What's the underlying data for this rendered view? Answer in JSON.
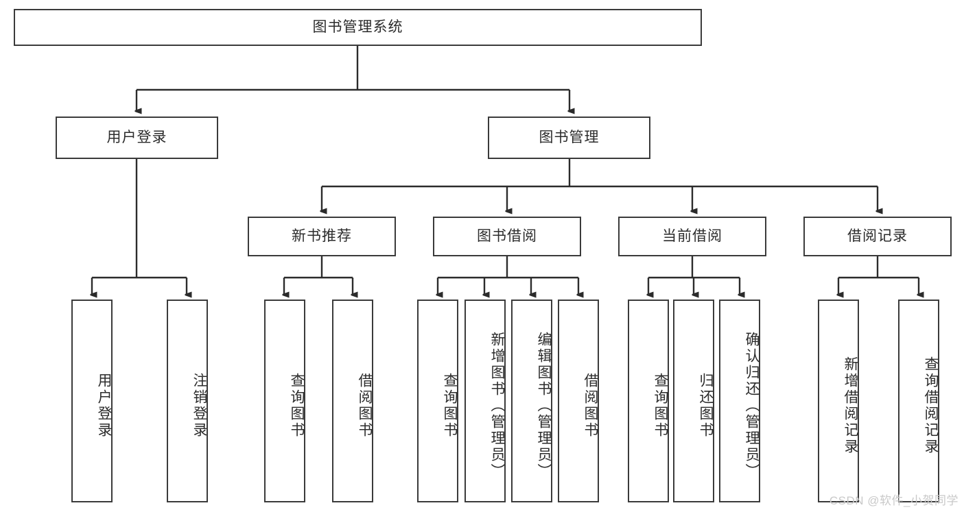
{
  "diagram": {
    "type": "hierarchy-tree",
    "title": "图书管理系统",
    "watermark": "CSDN @软件_小贺同学",
    "colors": {
      "box_border": "#3a3a3a",
      "box_fill": "#ffffff",
      "edge": "#2b2b2b",
      "text": "#2b2b2b",
      "watermark": "#c9c9c9",
      "background": "#ffffff"
    },
    "nodes": {
      "root": {
        "label": "图书管理系统"
      },
      "level2": [
        {
          "id": "user-login",
          "label": "用户登录"
        },
        {
          "id": "book-management",
          "label": "图书管理"
        }
      ],
      "level3": [
        {
          "id": "new-book-recommend",
          "label": "新书推荐"
        },
        {
          "id": "book-borrow",
          "label": "图书借阅"
        },
        {
          "id": "current-borrow",
          "label": "当前借阅"
        },
        {
          "id": "borrow-record",
          "label": "借阅记录"
        }
      ],
      "leaves": {
        "user-login": [
          {
            "id": "leaf-user-login",
            "label": "用户登录"
          },
          {
            "id": "leaf-logout-login",
            "label": "注销登录"
          }
        ],
        "new-book-recommend": [
          {
            "id": "leaf-query-book-1",
            "label": "查询图书"
          },
          {
            "id": "leaf-borrow-book-1",
            "label": "借阅图书"
          }
        ],
        "book-borrow": [
          {
            "id": "leaf-query-book-2",
            "label": "查询图书"
          },
          {
            "id": "leaf-add-book",
            "label": "新增图书（管理员）"
          },
          {
            "id": "leaf-edit-book",
            "label": "编辑图书（管理员）"
          },
          {
            "id": "leaf-borrow-book-2",
            "label": "借阅图书"
          }
        ],
        "current-borrow": [
          {
            "id": "leaf-query-book-3",
            "label": "查询图书"
          },
          {
            "id": "leaf-return-book",
            "label": "归还图书"
          },
          {
            "id": "leaf-confirm-return",
            "label": "确认归还（管理员）"
          }
        ],
        "borrow-record": [
          {
            "id": "leaf-add-record",
            "label": "新增借阅记录"
          },
          {
            "id": "leaf-query-record",
            "label": "查询借阅记录"
          }
        ]
      }
    }
  }
}
